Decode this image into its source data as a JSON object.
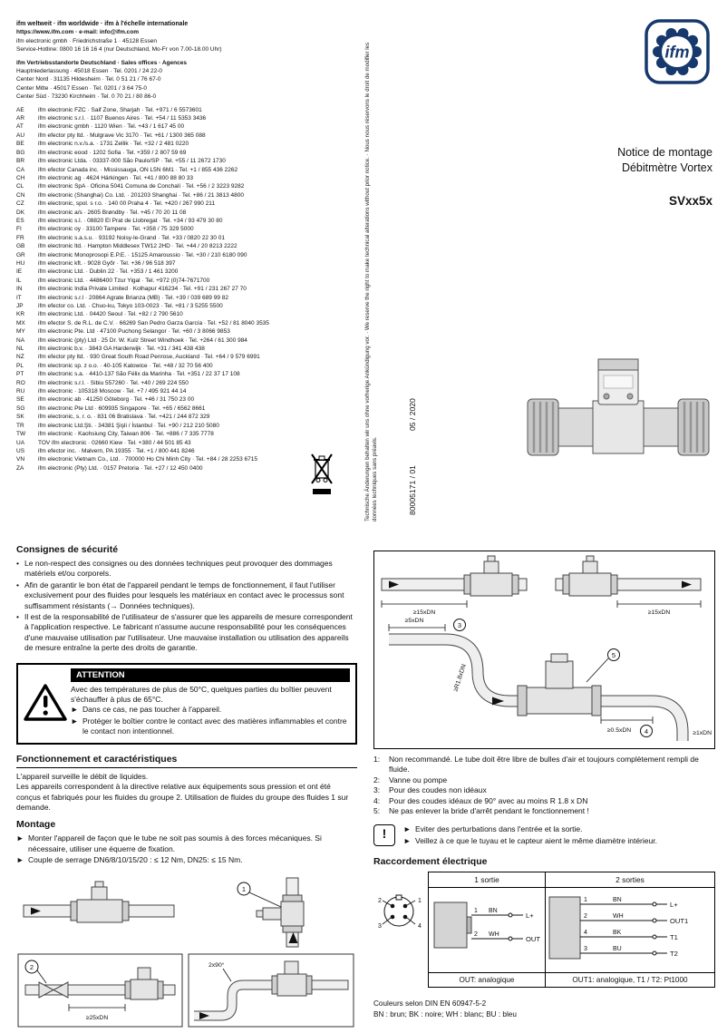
{
  "glyphs": {
    "dot": "•",
    "tri": "►",
    "exclam": "!"
  },
  "brand": {
    "logo_text": "ifm",
    "color": "#16386d"
  },
  "header": {
    "worldwide": "ifm weltweit · ifm worldwide · ifm à l'échelle internationale",
    "web": "https://www.ifm.com · e-mail: info@ifm.com",
    "company": "ifm electronic gmbh · Friedrichstraße 1 · 45128 Essen",
    "hotline": "Service-Hotline: 0800 16 16 16 4 (nur Deutschland, Mo-Fr von 7.00-18.00 Uhr)",
    "sales_title": "ifm Vertriebsstandorte Deutschland · Sales offices · Agences",
    "offices": [
      "Hauptniederlassung · 45018 Essen · Tel. 0201 / 24 22-0",
      "Center Nord · 31135 Hildesheim · Tel. 0 51 21 / 76 67-0",
      "Center Mitte · 45017 Essen · Tel. 0201 / 3 64 75-0",
      "Center Süd · 73230 Kirchheim · Tel. 0 70 21 / 80 86-0"
    ],
    "countries": [
      {
        "code": "AE",
        "text": "ifm electronic FZC · Saif Zone, Sharjah · Tel. +971 / 6 5573601"
      },
      {
        "code": "AR",
        "text": "ifm electronic s.r.l. · 1107 Buenos Aires · Tel. +54 / 11 5353 3436"
      },
      {
        "code": "AT",
        "text": "ifm electronic gmbh · 1120 Wien · Tel. +43 / 1 617 45 00"
      },
      {
        "code": "AU",
        "text": "ifm efector pty ltd. · Mulgrave Vic 3170 · Tel. +61 / 1300 365 088"
      },
      {
        "code": "BE",
        "text": "ifm electronic n.v./s.a. · 1731 Zellik · Tel. +32 / 2 481 0220"
      },
      {
        "code": "BG",
        "text": "ifm electronic eood · 1202 Sofia · Tel. +359 / 2 807 59 69"
      },
      {
        "code": "BR",
        "text": "ifm electronic Ltda. · 03337-000 São Paulo/SP · Tel. +55 / 11 2672 1730"
      },
      {
        "code": "CA",
        "text": "ifm efector Canada inc. · Mississauga, ON L5N 6M1 · Tel. +1 / 855 436 2262"
      },
      {
        "code": "CH",
        "text": "ifm electronic ag · 4624 Härkingen · Tel. +41 / 800 88 80 33"
      },
      {
        "code": "CL",
        "text": "ifm electronic SpA · Oficina 5041 Comuna de Conchalí · Tel. +56 / 2 3223 9282"
      },
      {
        "code": "CN",
        "text": "ifm electronic (Shanghai) Co. Ltd. · 201203 Shanghai · Tel. +86 / 21 3813 4800"
      },
      {
        "code": "CZ",
        "text": "ifm electronic, spol. s r.o. · 140 00 Praha 4 · Tel. +420 / 267 990 211"
      },
      {
        "code": "DK",
        "text": "ifm electronic a/s · 2605 Brøndby · Tel. +45 / 70 20 11 08"
      },
      {
        "code": "ES",
        "text": "ifm electronic s.l. · 08820 El Prat de Llobregat · Tel. +34 / 93 479 30 80"
      },
      {
        "code": "FI",
        "text": "ifm electronic oy · 33100 Tampere · Tel. +358 / 75 329 5000"
      },
      {
        "code": "FR",
        "text": "ifm electronic s.a.s.u. · 93192 Noisy-le-Grand · Tel. +33 / 0820 22 30 01"
      },
      {
        "code": "GB",
        "text": "ifm electronic ltd. · Hampton Middlesex TW12 2HD · Tel. +44 / 20 8213 2222"
      },
      {
        "code": "GR",
        "text": "ifm electronic Monoprosopi E.P.E. · 15125 Amaroussio · Tel. +30 / 210 6180 090"
      },
      {
        "code": "HU",
        "text": "ifm electronic kft. · 9028 Győr · Tel. +36 / 96 518 397"
      },
      {
        "code": "IE",
        "text": "ifm electronic Ltd. · Dublin 22 · Tel. +353 / 1 461 3200"
      },
      {
        "code": "IL",
        "text": "ifm electronic Ltd. · 4486400 Tzur Yigal · Tel. +972 (0)74-7671700"
      },
      {
        "code": "IN",
        "text": "ifm electronic India Private Limited · Kolhapur 416234 · Tel. +91 / 231 267 27 70"
      },
      {
        "code": "IT",
        "text": "ifm electronic s.r.l · 20864 Agrate Brianza (MB) · Tel. +39 / 039 689 99 82"
      },
      {
        "code": "JP",
        "text": "ifm efector co. Ltd. · Chuo-ku, Tokyo 103-0023 · Tel. +81 / 3 5255 5500"
      },
      {
        "code": "KR",
        "text": "ifm electronic Ltd. · 04420 Seoul · Tel. +82 / 2 790 5610"
      },
      {
        "code": "MX",
        "text": "ifm efector S. de R.L. de C.V. · 66269 San Pedro Garza García · Tel. +52 / 81 8040 3535"
      },
      {
        "code": "MY",
        "text": "ifm electronic Pte. Ltd · 47100 Puchong Selangor · Tel. +60 / 3 8066 9853"
      },
      {
        "code": "NA",
        "text": "ifm electronic (pty) Ltd · 25 Dr. W. Kulz Street Windhoek · Tel. +264 / 61 300 984"
      },
      {
        "code": "NL",
        "text": "ifm electronic b.v. · 3843 GA Harderwijk · Tel. +31 / 341 438 438"
      },
      {
        "code": "NZ",
        "text": "ifm efector pty ltd. · 930 Great South Road Penrose, Auckland · Tel. +64 / 9 579 6991"
      },
      {
        "code": "PL",
        "text": "ifm electronic sp. z o.o. · 40-105 Katowice · Tel. +48 / 32 70 56 400"
      },
      {
        "code": "PT",
        "text": "ifm electronic s.a. · 4410-137 São Félix da Marinha · Tel. +351 / 22 37 17 108"
      },
      {
        "code": "RO",
        "text": "ifm electronic s.r.l. · Sibiu 557260 · Tel. +40 / 269 224 550"
      },
      {
        "code": "RU",
        "text": "ifm electronic · 105318 Moscow · Tel. +7 / 495 921 44 14"
      },
      {
        "code": "SE",
        "text": "ifm electronic ab · 41250 Göteborg · Tel. +46 / 31 750 23 00"
      },
      {
        "code": "SG",
        "text": "ifm electronic Pte Ltd · 609935 Singapore · Tel. +65 / 6562 8661"
      },
      {
        "code": "SK",
        "text": "ifm electronic, s. r. o. · 831 06 Bratislava · Tel. +421 / 244 872 329"
      },
      {
        "code": "TR",
        "text": "ifm electronic Ltd.Şti. · 34381 Şişli / İstanbul · Tel. +90 / 212 210 5080"
      },
      {
        "code": "TW",
        "text": "ifm electronic · Kaohsiung City, Taiwan 806 · Tel. +886 / 7 335 7778"
      },
      {
        "code": "UA",
        "text": "TOV ifm electronic · 02660 Kiew · Tel. +380 / 44 501 85 43"
      },
      {
        "code": "US",
        "text": "ifm efector inc. · Malvern, PA 19355 · Tel. +1 / 800 441 8246"
      },
      {
        "code": "VN",
        "text": "ifm electronic Vietnam Co., Ltd. · 700000 Ho Chi Minh City · Tel. +84 / 28 2253 6715"
      },
      {
        "code": "ZA",
        "text": "ifm electronic (Pty) Ltd. · 0157 Pretoria · Tel. +27 / 12 450 0400"
      }
    ]
  },
  "title_block": {
    "line1": "Notice de montage",
    "line2": "Débitmètre Vortex",
    "model": "SVxx5x"
  },
  "margin_notes": {
    "technical_note": "Technische Änderungen behalten wir uns ohne vorherige Ankündigung vor. · We reserve the right to make technical alterations without prior notice. · Nous nous réservons le droit de modifier les données techniques sans préavis.",
    "doc_number": "80005171 / 01",
    "date": "05 / 2020"
  },
  "safety": {
    "title": "Consignes de sécurité",
    "bullets": [
      "Le non-respect des consignes ou des données techniques peut provoquer des dommages matériels et/ou corporels.",
      "Afin de garantir le bon état de l'appareil pendant le temps de fonctionnement, il faut l'utiliser exclusivement pour des fluides pour lesquels les matériaux en contact avec le processus sont suffisamment résistants (→ Données techniques).",
      "Il est de la responsabilité de l'utilisateur de s'assurer que les appareils de mesure correspondent à l'application respective. Le fabricant n'assume aucune responsabilité pour les conséquences d'une mauvaise utilisation par l'utilisateur. Une mauvaise installation ou utilisation des appareils de mesure entraîne la perte des droits de garantie."
    ]
  },
  "attention": {
    "title": "ATTENTION",
    "body": "Avec des températures de plus de 50°C, quelques parties du boîtier peuvent s'échauffer à plus de 65°C.",
    "bullets": [
      "Dans ce cas, ne pas toucher à l'appareil.",
      "Protéger le boîtier contre le contact avec des matières inflammables et contre le contact non intentionnel."
    ]
  },
  "function": {
    "title": "Fonctionnement et caractéristiques",
    "p1": "L'appareil surveille le débit de liquides.",
    "p2": "Les appareils correspondent à la directive relative aux équipements sous pression et ont été conçus et fabriqués pour les fluides du groupe 2. Utilisation de fluides du groupe des fluides 1 sur demande."
  },
  "montage": {
    "title": "Montage",
    "bullets": [
      "Monter l'appareil de façon que le tube ne soit pas soumis à des forces mécaniques. Si nécessaire, utiliser une équerre de fixation.",
      "Couple de serrage DN6/8/10/15/20 : ≤ 12 Nm, DN25: ≤ 15 Nm."
    ]
  },
  "install_notes": [
    {
      "num": "1:",
      "text": "Non recommandé. Le tube doit être libre de bulles d'air et toujours complètement rempli de fluide."
    },
    {
      "num": "2:",
      "text": "Vanne ou pompe"
    },
    {
      "num": "3:",
      "text": "Pour des coudes non idéaux"
    },
    {
      "num": "4:",
      "text": "Pour des coudes idéaux de 90° avec au moins R 1.8 x DN"
    },
    {
      "num": "5:",
      "text": "Ne pas enlever la bride d'arrêt pendant le fonctionnement !"
    }
  ],
  "info_box": {
    "bullets": [
      "Eviter des perturbations dans l'entrée et la sortie.",
      "Veillez à ce que le tuyau et le capteur aient le même diamètre intérieur."
    ]
  },
  "electrical": {
    "title": "Raccordement électrique",
    "connector_pins": {
      "p1": "1",
      "p2": "2",
      "p3": "3",
      "p4": "4"
    },
    "one": {
      "header": "1 sortie",
      "wires": [
        {
          "pin": "1",
          "color": "BN",
          "label": "L+"
        },
        {
          "pin": "2",
          "color": "WH",
          "label": "OUT"
        }
      ],
      "footer": "OUT: analogique"
    },
    "two": {
      "header": "2 sorties",
      "wires": [
        {
          "pin": "1",
          "color": "BN",
          "label": "L+"
        },
        {
          "pin": "2",
          "color": "WH",
          "label": "OUT1"
        },
        {
          "pin": "4",
          "color": "BK",
          "label": "T1"
        },
        {
          "pin": "3",
          "color": "BU",
          "label": "T2"
        }
      ],
      "footer": "OUT1: analogique, T1 / T2: Pt1000"
    },
    "note1": "Couleurs selon DIN EN 60947-5-2",
    "note2": "BN : brun; BK : noire; WH : blanc; BU : bleu"
  },
  "diagrams": {
    "d15": "≥15xDN",
    "d5": "≥5xDN",
    "r18": "≥R1.8xDN",
    "d05": "≥0.5xDN",
    "d1": "≥1xDN",
    "d25": "≥25xDN",
    "angle": "2x90°",
    "n1": "1",
    "n2": "2",
    "n3": "3",
    "n4": "4",
    "n5": "5"
  }
}
